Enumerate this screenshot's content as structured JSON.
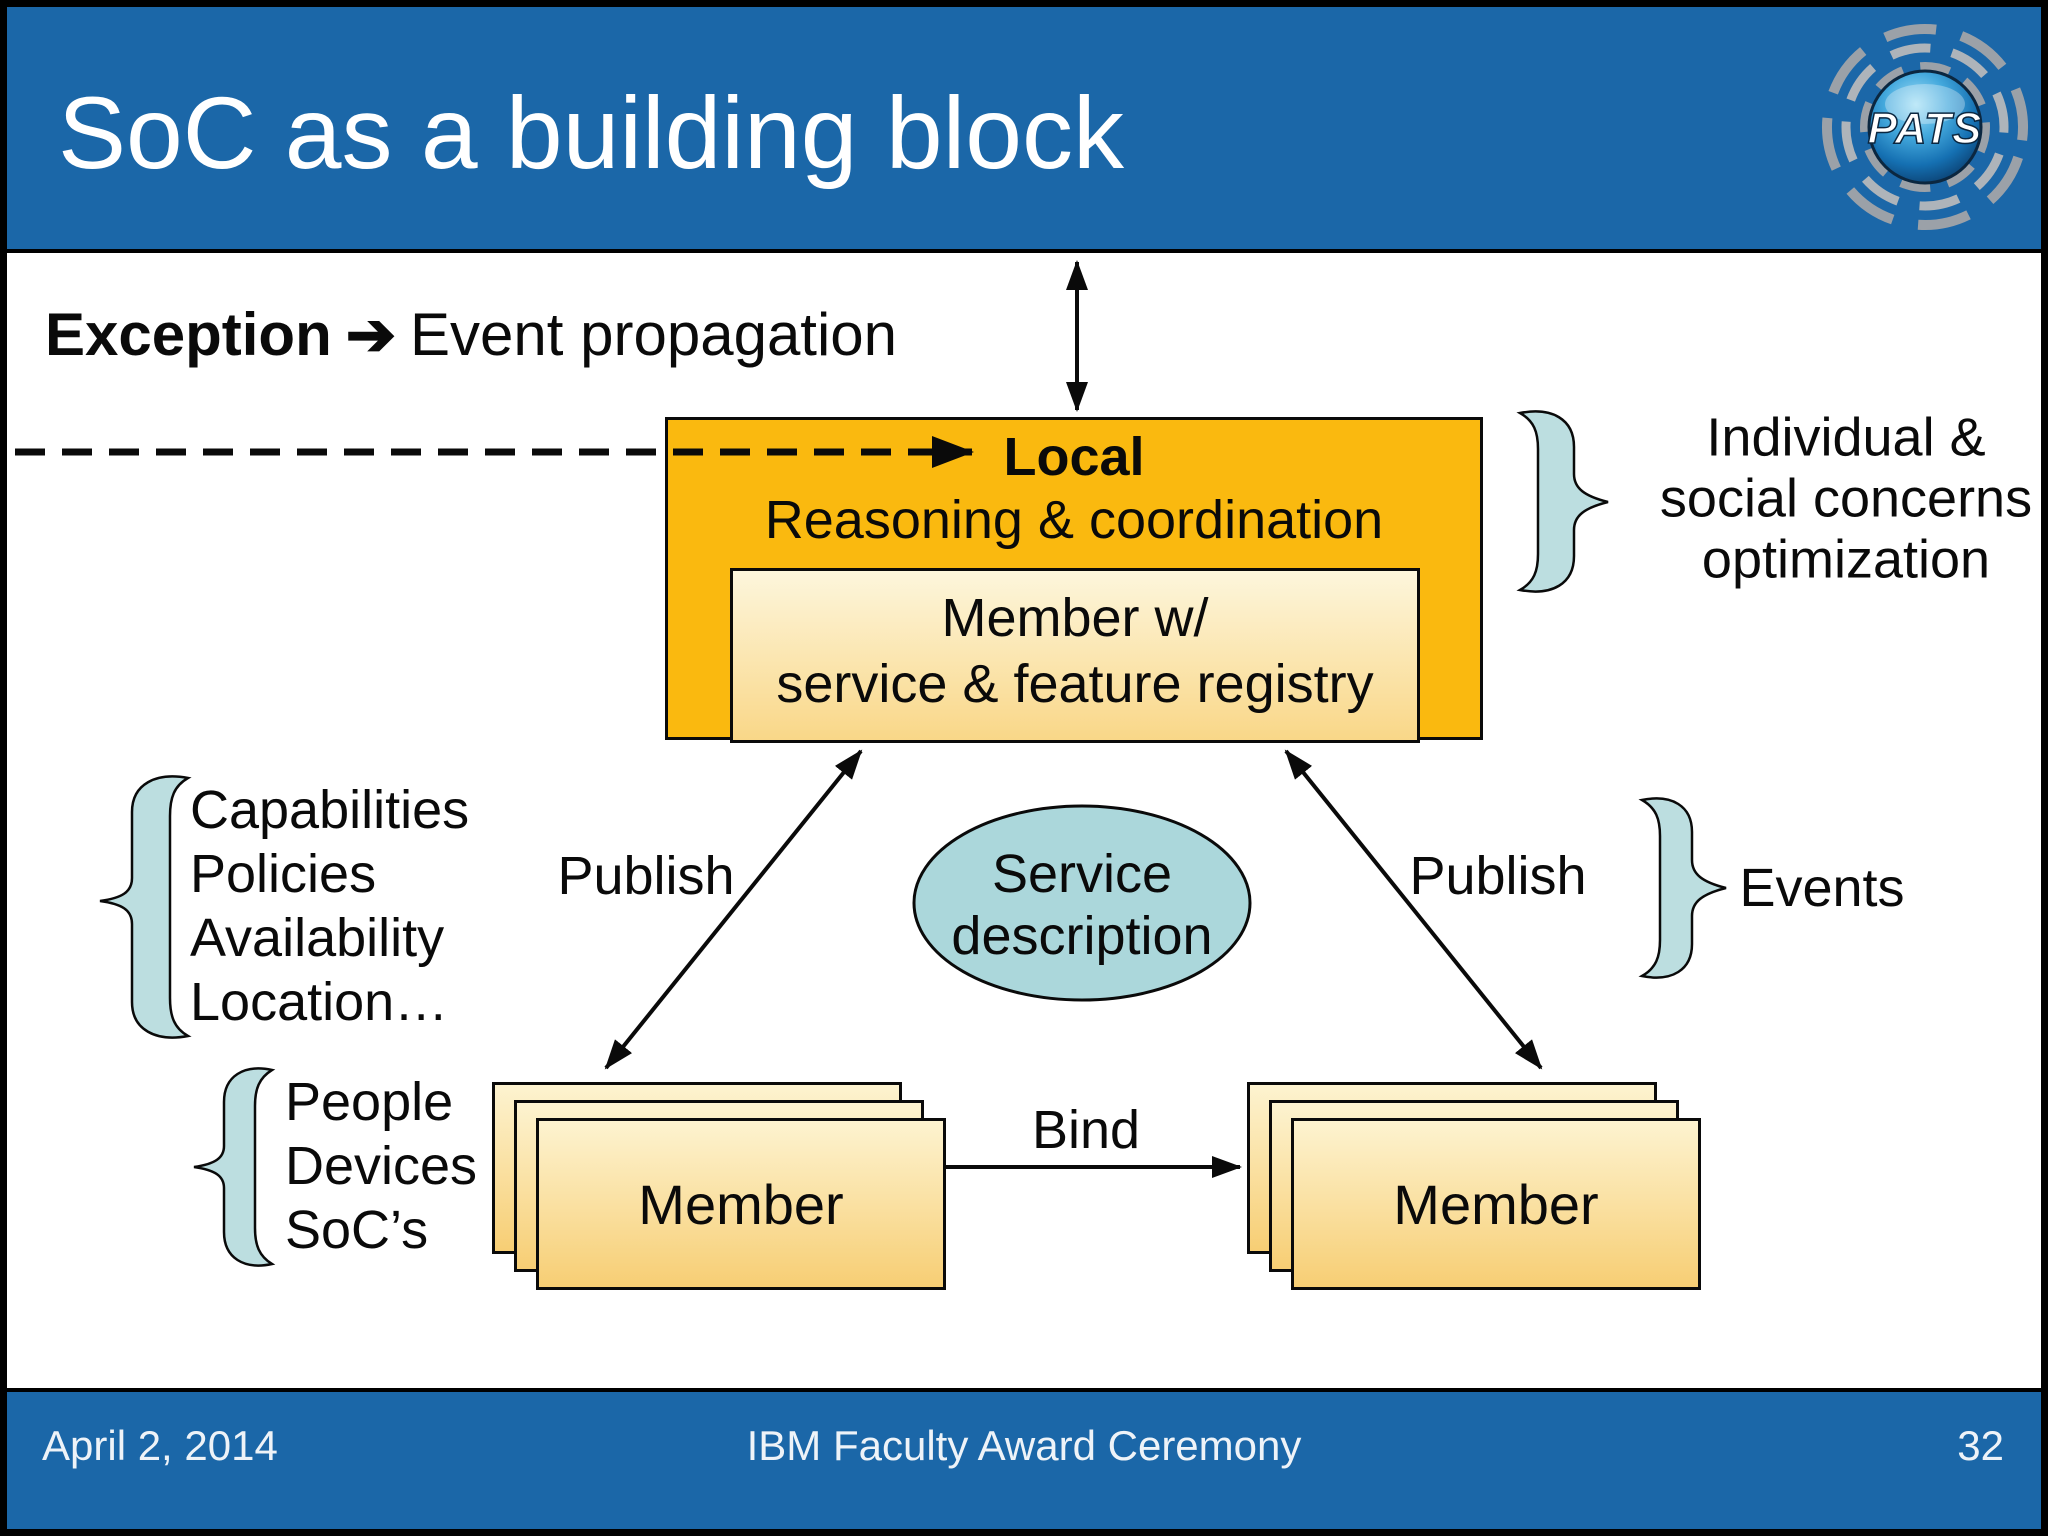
{
  "slide": {
    "title": "SoC as a building block",
    "footer_date": "April 2, 2014",
    "footer_center": "IBM Faculty Award Ceremony",
    "page_number": "32"
  },
  "logo": {
    "text": "PATS"
  },
  "annotation": {
    "exception_bold": "Exception",
    "arrow": "➔",
    "event_text": "Event propagation"
  },
  "local_box": {
    "title": "Local",
    "subtitle": "Reasoning & coordination",
    "registry_line1": "Member w/",
    "registry_line2": "service & feature registry"
  },
  "ellipse": {
    "line1": "Service",
    "line2": "description"
  },
  "labels": {
    "publish_left": "Publish",
    "publish_right": "Publish",
    "bind": "Bind",
    "events": "Events"
  },
  "notes": {
    "individual": [
      "Individual &",
      "social concerns",
      "optimization"
    ],
    "capabilities": [
      "Capabilities",
      "Policies",
      "Availability",
      "Location…"
    ],
    "entities": [
      "People",
      "Devices",
      "SoC’s"
    ]
  },
  "members": {
    "left": "Member",
    "right": "Member"
  },
  "colors": {
    "header_blue": "#1b67a8",
    "box_orange": "#fab90f",
    "bracket_teal": "#bcdee0",
    "ellipse_teal": "#abd7db",
    "card_cream_top": "#fdf3d0",
    "card_cream_bottom": "#f7ce74"
  }
}
